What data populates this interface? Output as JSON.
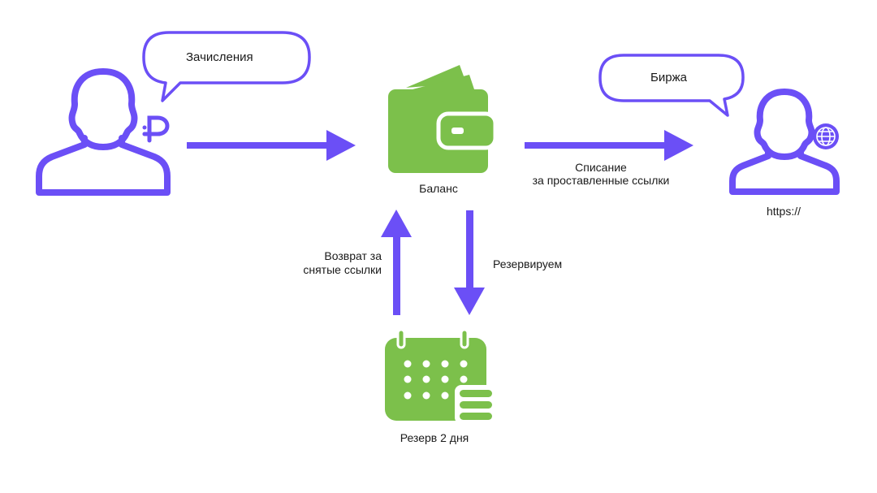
{
  "bubbles": {
    "sender": "Зачисления",
    "exchange": "Биржа"
  },
  "labels": {
    "balance": "Баланс",
    "debit_line1": "Списание",
    "debit_line2": "за проставленные ссылки",
    "site": "https://",
    "refund_line1": "Возврат за",
    "refund_line2": "снятые ссылки",
    "reserve_action": "Резервируем",
    "reserve_period": "Резерв 2 дня"
  },
  "icons": {
    "currency": "ruble-icon",
    "web": "globe-icon",
    "wallet": "wallet-icon",
    "calendar": "calendar-icon"
  },
  "colors": {
    "accent": "#6b4ff6",
    "green": "#7cc04b",
    "text": "#1a1a1a"
  }
}
